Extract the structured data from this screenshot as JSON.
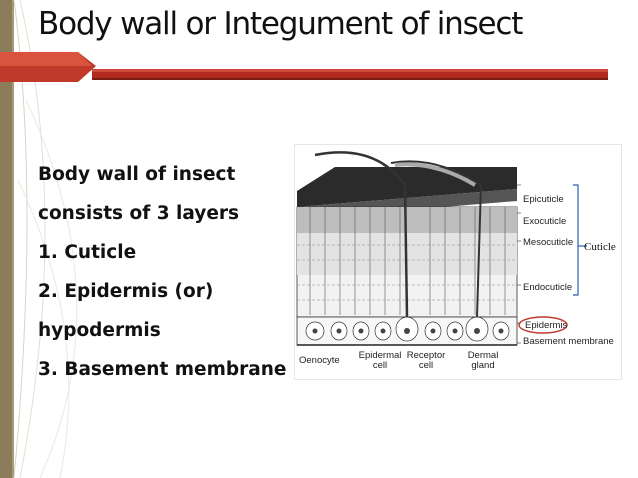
{
  "slide": {
    "title": "Body wall or Integument of insect",
    "bullets": [
      "Body wall of insect",
      "consists of 3 layers",
      "1. Cuticle",
      "2. Epidermis (or)",
      "hypodermis",
      "3. Basement membrane"
    ]
  },
  "diagram": {
    "layer_labels": {
      "epicuticle": "Epicuticle",
      "exocuticle": "Exocuticle",
      "mesocuticle": "Mesocuticle",
      "endocuticle": "Endocuticle",
      "epidermis": "Epidermis",
      "basement_membrane": "Basement membrane"
    },
    "bracket_label": "Cuticle",
    "cell_labels": {
      "oenocyte": "Oenocyte",
      "epidermal_cell_1": "Epidermal",
      "epidermal_cell_2": "cell",
      "receptor_cell_1": "Receptor",
      "receptor_cell_2": "cell",
      "dermal_gland_1": "Dermal",
      "dermal_gland_2": "gland"
    }
  },
  "colors": {
    "accent_red": "#c0392b",
    "left_band": "#8b7d5a",
    "epidermis_highlight": "#c0392b",
    "bracket_blue": "#2a5db0"
  }
}
